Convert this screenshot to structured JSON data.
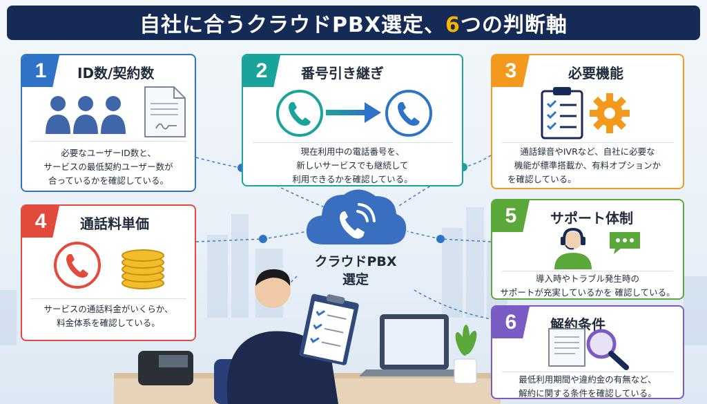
{
  "header": {
    "title_pre": "自社に合うクラウドPBX選定、",
    "title_hl": "6",
    "title_post": "つの判断軸"
  },
  "colors": {
    "blue": "#2f73c9",
    "teal": "#1aa39a",
    "orange": "#f39a1e",
    "red": "#e24b3b",
    "green": "#5aa83a",
    "purple": "#7a5bc4",
    "navy": "#152a55",
    "accent": "#f6b500"
  },
  "cards": [
    {
      "num": "1",
      "title": "ID数/契約数",
      "lines": [
        "必要なユーザーID数と、",
        "サービスの最低契約ユーザー数が",
        "合っているかを確認している。"
      ],
      "icons": [
        "users-icon",
        "document-icon"
      ]
    },
    {
      "num": "2",
      "title": "番号引き継ぎ",
      "lines": [
        "現在利用中の電話番号を、",
        "新しいサービスでも継続して",
        "利用できるかを確認している。"
      ],
      "icons": [
        "phone-icon",
        "arrow-right-icon",
        "phone-icon"
      ]
    },
    {
      "num": "3",
      "title": "必要機能",
      "lines": [
        "通話録音やIVRなど、自社に必要な",
        "機能が標準搭載か、有料オプションか",
        "を確認している。"
      ],
      "icons": [
        "checklist-icon",
        "gear-icon"
      ]
    },
    {
      "num": "4",
      "title": "通話料単価",
      "lines": [
        "サービスの通話料金がいくらか、",
        "料金体系を確認している。"
      ],
      "icons": [
        "phone-icon",
        "coins-icon"
      ]
    },
    {
      "num": "5",
      "title": "サポート体制",
      "lines": [
        "導入時やトラブル発生時の",
        "サポートが充実しているかを 確認している。"
      ],
      "icons": [
        "support-agent-icon",
        "chat-bubble-icon"
      ]
    },
    {
      "num": "6",
      "title": "解約条件",
      "lines": [
        "最低利用期間や違約金の有無など、",
        "解約に関する条件を確認している。"
      ],
      "icons": [
        "document-icon",
        "magnifier-icon"
      ]
    }
  ],
  "center": {
    "line1": "クラウドPBX",
    "line2": "選定",
    "icon": "cloud-phone-icon"
  }
}
